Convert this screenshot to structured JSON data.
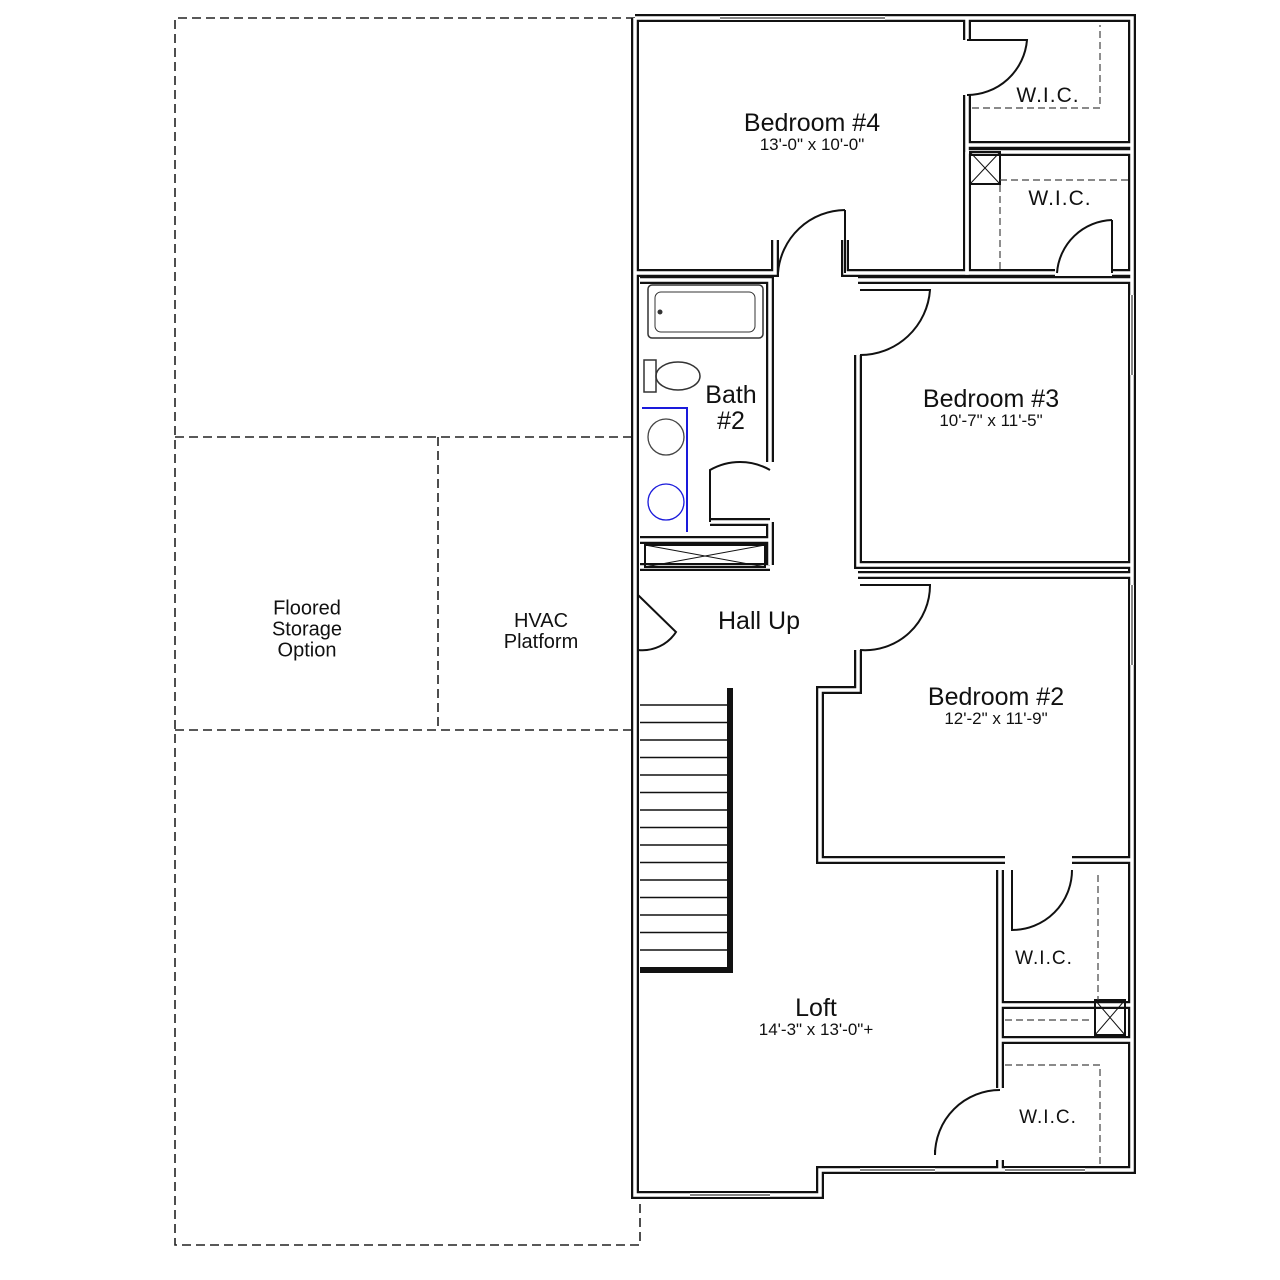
{
  "rooms": {
    "bedroom4": {
      "name": "Bedroom #4",
      "dims": "13'-0\" x 10'-0\""
    },
    "bedroom3": {
      "name": "Bedroom #3",
      "dims": "10'-7\" x 11'-5\""
    },
    "bedroom2": {
      "name": "Bedroom #2",
      "dims": "12'-2\" x 11'-9\""
    },
    "loft": {
      "name": "Loft",
      "dims": "14'-3\" x 13'-0\"+"
    },
    "bath2": {
      "line1": "Bath",
      "line2": "#2"
    },
    "hall": {
      "name": "Hall Up"
    },
    "wic1": {
      "name": "W.I.C."
    },
    "wic2": {
      "name": "W.I.C."
    },
    "wic3": {
      "name": "W.I.C."
    },
    "wic4": {
      "name": "W.I.C."
    },
    "storage": {
      "line1": "Floored",
      "line2": "Storage",
      "line3": "Option"
    },
    "hvac": {
      "line1": "HVAC",
      "line2": "Platform"
    }
  },
  "colors": {
    "wall": "#111111",
    "sink_highlight": "#1a1adb"
  }
}
